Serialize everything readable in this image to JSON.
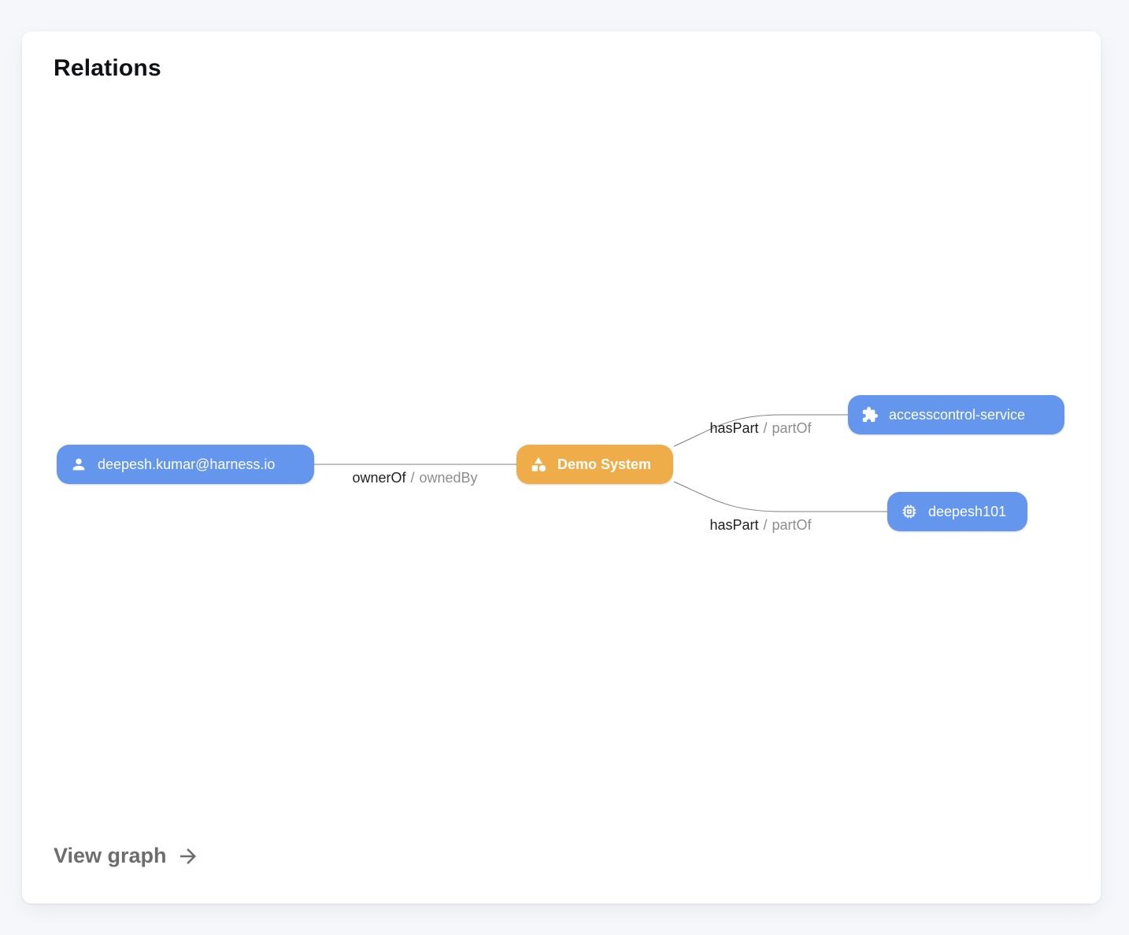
{
  "card": {
    "title": "Relations",
    "footer": {
      "label": "View graph"
    }
  },
  "colors": {
    "page_background": "#F6F7FB",
    "card_background": "#FFFFFF",
    "node_blue": "#6396EC",
    "node_highlight_orange": "#EFAD49",
    "node_text": "#FFFFFF",
    "edge_line": "#7F7F7F",
    "edge_label_primary": "#1F1F1F",
    "edge_label_secondary": "#8D8D8D",
    "footer_link": "#6D6D6D"
  },
  "graph": {
    "nodes": [
      {
        "id": "user",
        "label": "deepesh.kumar@harness.io",
        "icon": "person-icon",
        "color": "#6396EC"
      },
      {
        "id": "system",
        "label": "Demo System",
        "icon": "category-icon",
        "color": "#EFAD49",
        "highlighted": true
      },
      {
        "id": "component",
        "label": "accesscontrol-service",
        "icon": "extension-icon",
        "color": "#6396EC"
      },
      {
        "id": "resource",
        "label": "deepesh101",
        "icon": "memory-icon",
        "color": "#6396EC"
      }
    ],
    "edges": [
      {
        "from": "user",
        "to": "system",
        "forward": "ownerOf",
        "separator": "/",
        "reverse": "ownedBy"
      },
      {
        "from": "system",
        "to": "component",
        "forward": "hasPart",
        "separator": "/",
        "reverse": "partOf"
      },
      {
        "from": "system",
        "to": "resource",
        "forward": "hasPart",
        "separator": "/",
        "reverse": "partOf"
      }
    ]
  }
}
